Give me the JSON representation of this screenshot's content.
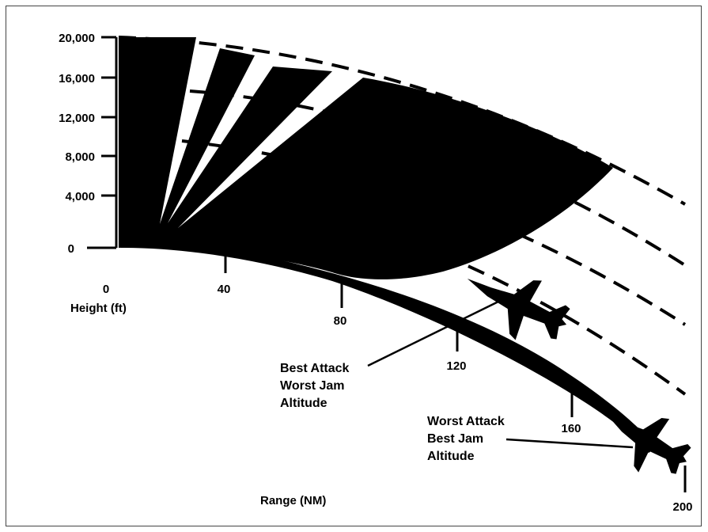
{
  "height_axis": {
    "ticks": [
      "20,000",
      "16,000",
      "12,000",
      "8,000",
      "4,000",
      "0"
    ],
    "label": "Height (ft)"
  },
  "range_axis": {
    "ticks": [
      "0",
      "40",
      "80",
      "120",
      "160",
      "200"
    ],
    "label": "Range (NM)"
  },
  "annotations": {
    "best_attack": [
      "Best Attack",
      "Worst Jam",
      "Altitude"
    ],
    "worst_attack": [
      "Worst Attack",
      "Best Jam",
      "Altitude"
    ]
  },
  "aircraft_icon": "fighter-jet-silhouette"
}
